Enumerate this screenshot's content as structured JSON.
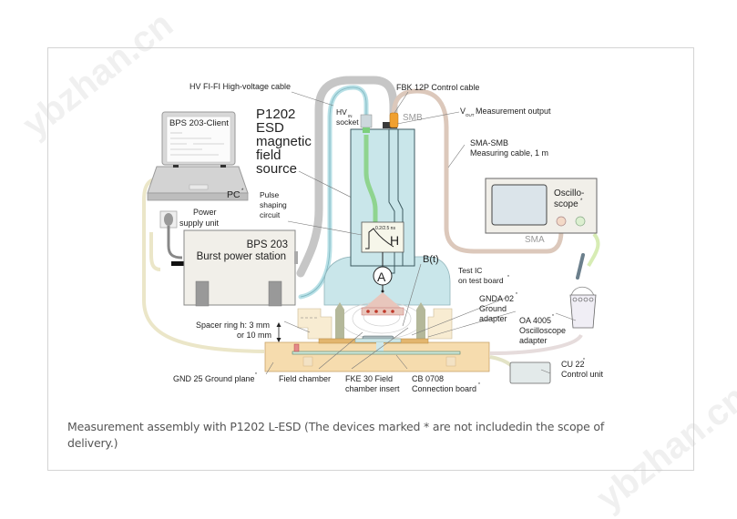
{
  "watermark": "ybzhan.cn",
  "figure": {
    "device_title_lines": [
      "P1202",
      "ESD",
      "magnetic",
      "field",
      "source"
    ],
    "laptop_screen_title": "BPS 203-Client",
    "labels": {
      "hv_cable": "HV FI-FI High-voltage cable",
      "hv_socket_main": "HV",
      "hv_socket_sub": "IN",
      "hv_socket_word": "socket",
      "fbk_cable": "FBK 12P Control cable",
      "smb_top": "SMB",
      "vout_main": "V",
      "vout_sub": "OUT",
      "vout_text": "Measurement output",
      "sma_smb_line1": "SMA-SMB",
      "sma_smb_line2": "Measuring cable, 1 m",
      "pc": "PC",
      "power_line1": "Power",
      "power_line2": "supply unit",
      "pulse_line1": "Pulse",
      "pulse_line2": "shaping",
      "pulse_line3": "circuit",
      "pulse_timing": "0.2/2.5 ns",
      "pulse_h": "H",
      "bps_line1": "BPS 203",
      "bps_line2": "Burst power station",
      "ammeter": "A",
      "bt": "B(t)",
      "testic_line1": "Test IC",
      "testic_line2": "on test board",
      "gnda_line1": "GNDA 02",
      "gnda_line2": "Ground",
      "gnda_line3": "adapter",
      "osc_line1": "Oscillo-",
      "osc_line2": "scope",
      "sma": "SMA",
      "oa_line1": "OA 4005",
      "oa_line2": "Oscilloscope",
      "oa_line3": "adapter",
      "spacer_line1": "Spacer ring h:  3 mm",
      "spacer_line2": "or 10 mm",
      "gnd": "GND 25 Ground plane",
      "field_chamber": "Field chamber",
      "fke_line1": "FKE 30 Field",
      "fke_line2": "chamber insert",
      "cb_line1": "CB 0708",
      "cb_line2": "Connection board",
      "cu_line1": "CU 22",
      "cu_line2": "Control unit",
      "asterisk": "*"
    }
  },
  "caption": "Measurement assembly with P1202 L-ESD (The devices marked * are not includedin the scope of delivery.)",
  "colors": {
    "device_blue": "#c9e6ea",
    "device_stroke": "#3d5a60",
    "cable_grey": "#c4c4c4",
    "cable_beige": "#d8c2b4",
    "cable_green": "#8fd48f",
    "base_wood": "#f6dcae",
    "ring_cream": "#f8ecd2",
    "box_light": "#f1efe9"
  }
}
